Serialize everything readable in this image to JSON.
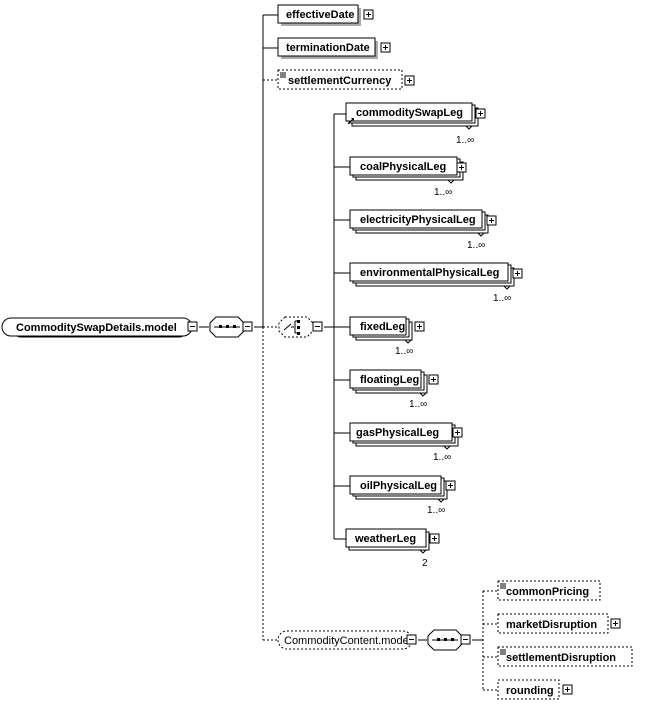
{
  "root": {
    "label": "CommoditySwapDetails.model"
  },
  "top_elements": [
    {
      "label": "effectiveDate"
    },
    {
      "label": "terminationDate"
    },
    {
      "label": "settlementCurrency"
    }
  ],
  "legs": [
    {
      "label": "commoditySwapLeg",
      "card": "1..∞"
    },
    {
      "label": "coalPhysicalLeg",
      "card": "1..∞"
    },
    {
      "label": "electricityPhysicalLeg",
      "card": "1..∞"
    },
    {
      "label": "environmentalPhysicalLeg",
      "card": "1..∞"
    },
    {
      "label": "fixedLeg",
      "card": "1..∞"
    },
    {
      "label": "floatingLeg",
      "card": "1..∞"
    },
    {
      "label": "gasPhysicalLeg",
      "card": "1..∞"
    },
    {
      "label": "oilPhysicalLeg",
      "card": "1..∞"
    },
    {
      "label": "weatherLeg",
      "card": "2"
    }
  ],
  "content_model": {
    "label": "CommodityContent.model"
  },
  "content_elements": [
    {
      "label": "commonPricing"
    },
    {
      "label": "marketDisruption"
    },
    {
      "label": "settlementDisruption"
    },
    {
      "label": "rounding"
    }
  ]
}
